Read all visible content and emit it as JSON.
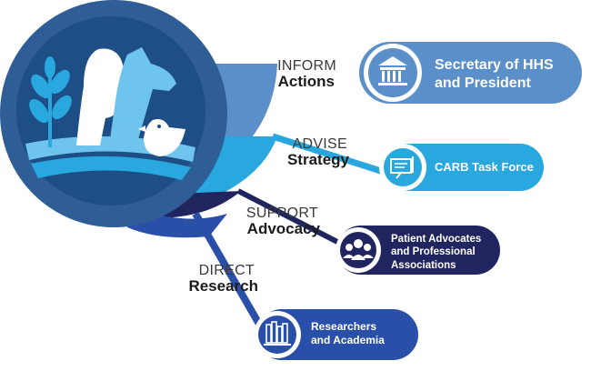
{
  "rows": [
    {
      "verb": "INFORM",
      "noun": "Actions",
      "target_lines": [
        "Secretary of HHS",
        "and President"
      ],
      "color": "#5b8fc9",
      "icon": "government-building-icon"
    },
    {
      "verb": "ADVISE",
      "noun": "Strategy",
      "target_lines": [
        "CARB Task Force"
      ],
      "color": "#29a8e0",
      "icon": "presentation-board-icon"
    },
    {
      "verb": "SUPPORT",
      "noun": "Advocacy",
      "target_lines": [
        "Patient Advocates",
        "and Professional",
        "Associations"
      ],
      "color": "#20245f",
      "icon": "people-group-icon"
    },
    {
      "verb": "DIRECT",
      "noun": "Research",
      "target_lines": [
        "Researchers",
        "and Academia"
      ],
      "color": "#2a4fa8",
      "icon": "books-icon"
    }
  ],
  "emblem": {
    "icon": "one-health-emblem-icon",
    "colors": {
      "outer": "#2e5e95",
      "inner": "#1e4e86",
      "light": "#6fc4ee",
      "mid": "#29a8e0"
    }
  }
}
